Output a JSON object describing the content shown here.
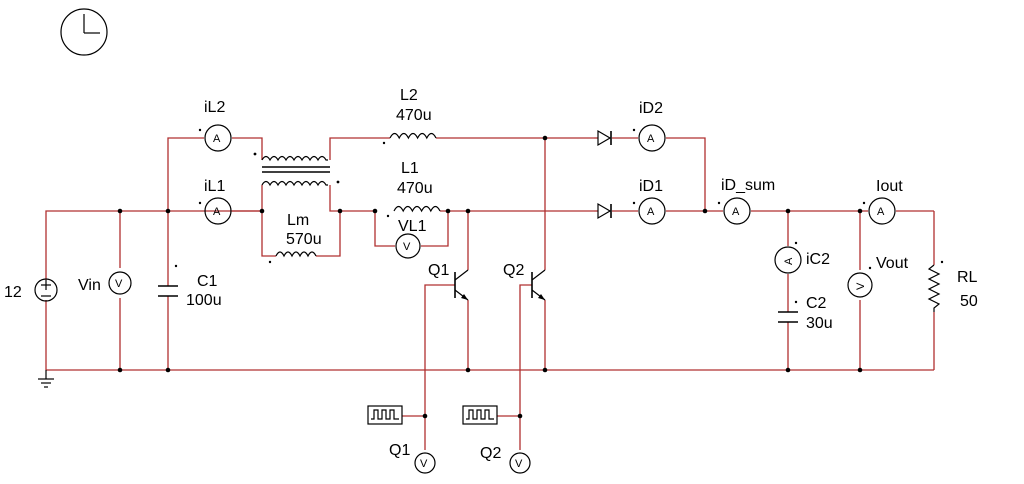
{
  "labels": {
    "v12": "12",
    "vin": "Vin",
    "c1_name": "C1",
    "c1_value": "100u",
    "il2": "iL2",
    "il1": "iL1",
    "lm_name": "Lm",
    "lm_value": "570u",
    "l2_name": "L2",
    "l2_value": "470u",
    "l1_name": "L1",
    "l1_value": "470u",
    "vl1": "VL1",
    "q1": "Q1",
    "q2": "Q2",
    "id2": "iD2",
    "id1": "iD1",
    "id_sum": "iD_sum",
    "iout": "Iout",
    "ic2": "iC2",
    "c2_name": "C2",
    "c2_value": "30u",
    "vout": "Vout",
    "rl_name": "RL",
    "rl_value": "50",
    "q1_probe": "Q1",
    "q2_probe": "Q2"
  },
  "meter_letters": {
    "ammeter": "A",
    "voltmeter": "V"
  },
  "colors": {
    "wire": "#b03030",
    "component": "#000000"
  },
  "icons": {
    "clock": "clock-icon",
    "ground": "ground-icon",
    "pulse_source": "pulse-source-icon"
  }
}
